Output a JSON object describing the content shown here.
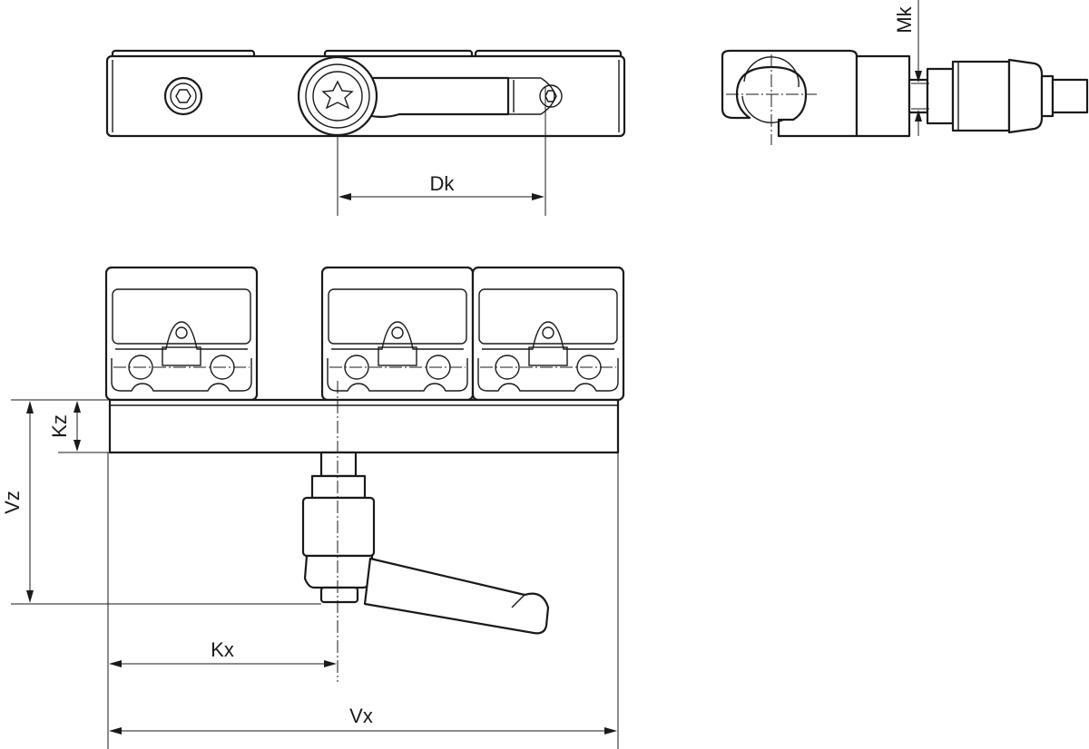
{
  "dimensions": {
    "dk": "Dk",
    "mk": "Mk",
    "kz": "Kz",
    "vz": "Vz",
    "kx": "Kx",
    "vx": "Vx"
  },
  "colors": {
    "line": "#1a1a1a",
    "background": "#ffffff"
  }
}
